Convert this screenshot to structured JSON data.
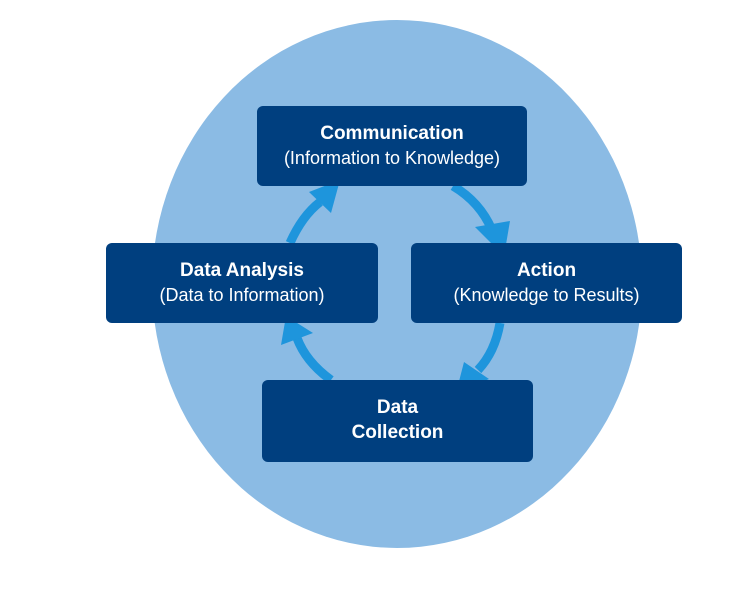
{
  "colors": {
    "circle": "#8bbbe4",
    "box": "#003f7f",
    "arrow": "#1e95dc",
    "text": "#ffffff"
  },
  "diagram": {
    "type": "cycle",
    "nodes": [
      {
        "id": "communication",
        "title": "Communication",
        "subtitle": "(Information to Knowledge)"
      },
      {
        "id": "action",
        "title": "Action",
        "subtitle": "(Knowledge to Results)"
      },
      {
        "id": "collection",
        "title_line1": "Data",
        "title_line2": "Collection"
      },
      {
        "id": "analysis",
        "title": "Data Analysis",
        "subtitle": "(Data to Information)"
      }
    ],
    "edges": [
      {
        "from": "communication",
        "to": "action"
      },
      {
        "from": "action",
        "to": "collection"
      },
      {
        "from": "collection",
        "to": "analysis"
      },
      {
        "from": "analysis",
        "to": "communication"
      }
    ]
  }
}
